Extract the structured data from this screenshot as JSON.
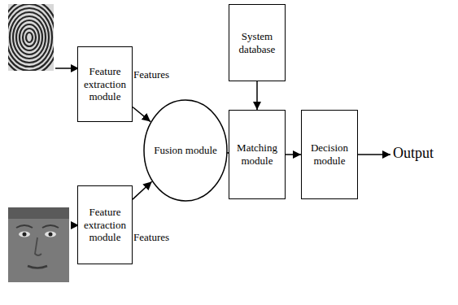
{
  "diagram": {
    "nodes": [
      {
        "text": [
          "Feature extraction module"
        ]
      },
      {
        "text": [
          "Feature extraction module"
        ]
      },
      {
        "text": [
          "Fusion module"
        ]
      },
      {
        "text": [
          "System database"
        ]
      },
      {
        "text": [
          "Matching module"
        ]
      },
      {
        "text": [
          "Decision module"
        ]
      }
    ],
    "edges": [
      {
        "from": 0,
        "to": 2,
        "label": "Features",
        "arrow": "to"
      },
      {
        "from": 1,
        "to": 2,
        "label": "Features",
        "arrow": "to"
      },
      {
        "from": 3,
        "to": 4,
        "arrow": "to"
      },
      {
        "from": 2,
        "to": 4,
        "arrow": "to"
      },
      {
        "from": 4,
        "to": 5,
        "arrow": "to"
      }
    ],
    "labels": [
      "Output"
    ]
  }
}
